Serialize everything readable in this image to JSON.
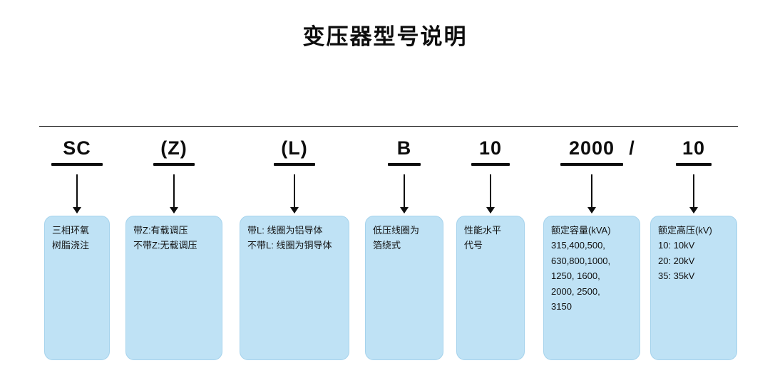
{
  "title": "变压器型号说明",
  "separator": "/",
  "colors": {
    "box_fill": "#bfe2f5",
    "box_border": "#a6d3ec",
    "line": "#0d0d0d",
    "text": "#111111",
    "background": "#ffffff"
  },
  "segments": [
    {
      "code": "SC",
      "description": "三相环氧\n树脂浇注"
    },
    {
      "code": "(Z)",
      "description": "带Z:有载调压\n不带Z:无载调压"
    },
    {
      "code": "(L)",
      "description": "带L: 线圈为铝导体\n不带L: 线圈为铜导体"
    },
    {
      "code": "B",
      "description": "低压线圈为\n箔绕式"
    },
    {
      "code": "10",
      "description": "性能水平\n代号"
    },
    {
      "code": "2000",
      "description": "额定容量(kVA)\n315,400,500,\n630,800,1000,\n1250, 1600,\n2000, 2500,\n3150"
    },
    {
      "code": "10",
      "description": "额定高压(kV)\n10: 10kV\n20: 20kV\n35: 35kV"
    }
  ]
}
